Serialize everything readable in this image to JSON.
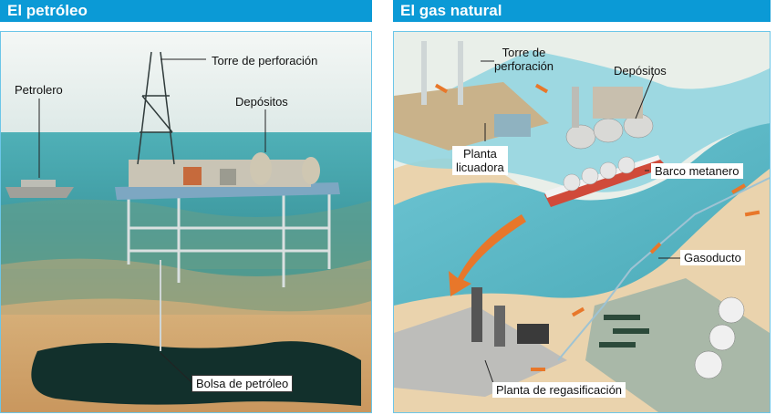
{
  "left_panel": {
    "title": "El petróleo",
    "labels": {
      "drilling_tower": "Torre de perforación",
      "tanker": "Petrolero",
      "deposits": "Depósitos",
      "oil_pocket": "Bolsa de petróleo"
    }
  },
  "right_panel": {
    "title": "El gas natural",
    "labels": {
      "drilling_tower_line1": "Torre de",
      "drilling_tower_line2": "perforación",
      "deposits": "Depósitos",
      "liquefaction_line1": "Planta",
      "liquefaction_line2": "licuadora",
      "lng_ship": "Barco metanero",
      "pipeline": "Gasoducto",
      "regasification": "Planta de regasificación"
    }
  },
  "colors": {
    "header": "#0b9ad6",
    "frame": "#6cc6e8",
    "sea": "#3aa9b7",
    "sand": "#e6c79a",
    "oil": "#12302c",
    "flow_arrow": "#e8772a"
  }
}
